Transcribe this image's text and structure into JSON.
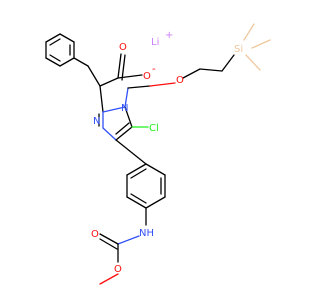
{
  "molecule": {
    "labels": {
      "li": "Li",
      "li_charge": "+",
      "o_carbonyl_top": "O",
      "o_anion": "O",
      "o_anion_charge": "-",
      "si": "Si",
      "o_ether": "O",
      "n_ring": "N",
      "n_imidazole": "N",
      "cl": "Cl",
      "nh": "NH",
      "o_carbamate_carbonyl": "O",
      "o_methoxy": "O"
    },
    "colors": {
      "carbon": "#000000",
      "oxygen": "#ff0d0d",
      "nitrogen": "#3050f8",
      "chlorine": "#1ff01f",
      "silicon": "#f0c8a0",
      "lithium": "#cc80ff"
    }
  }
}
